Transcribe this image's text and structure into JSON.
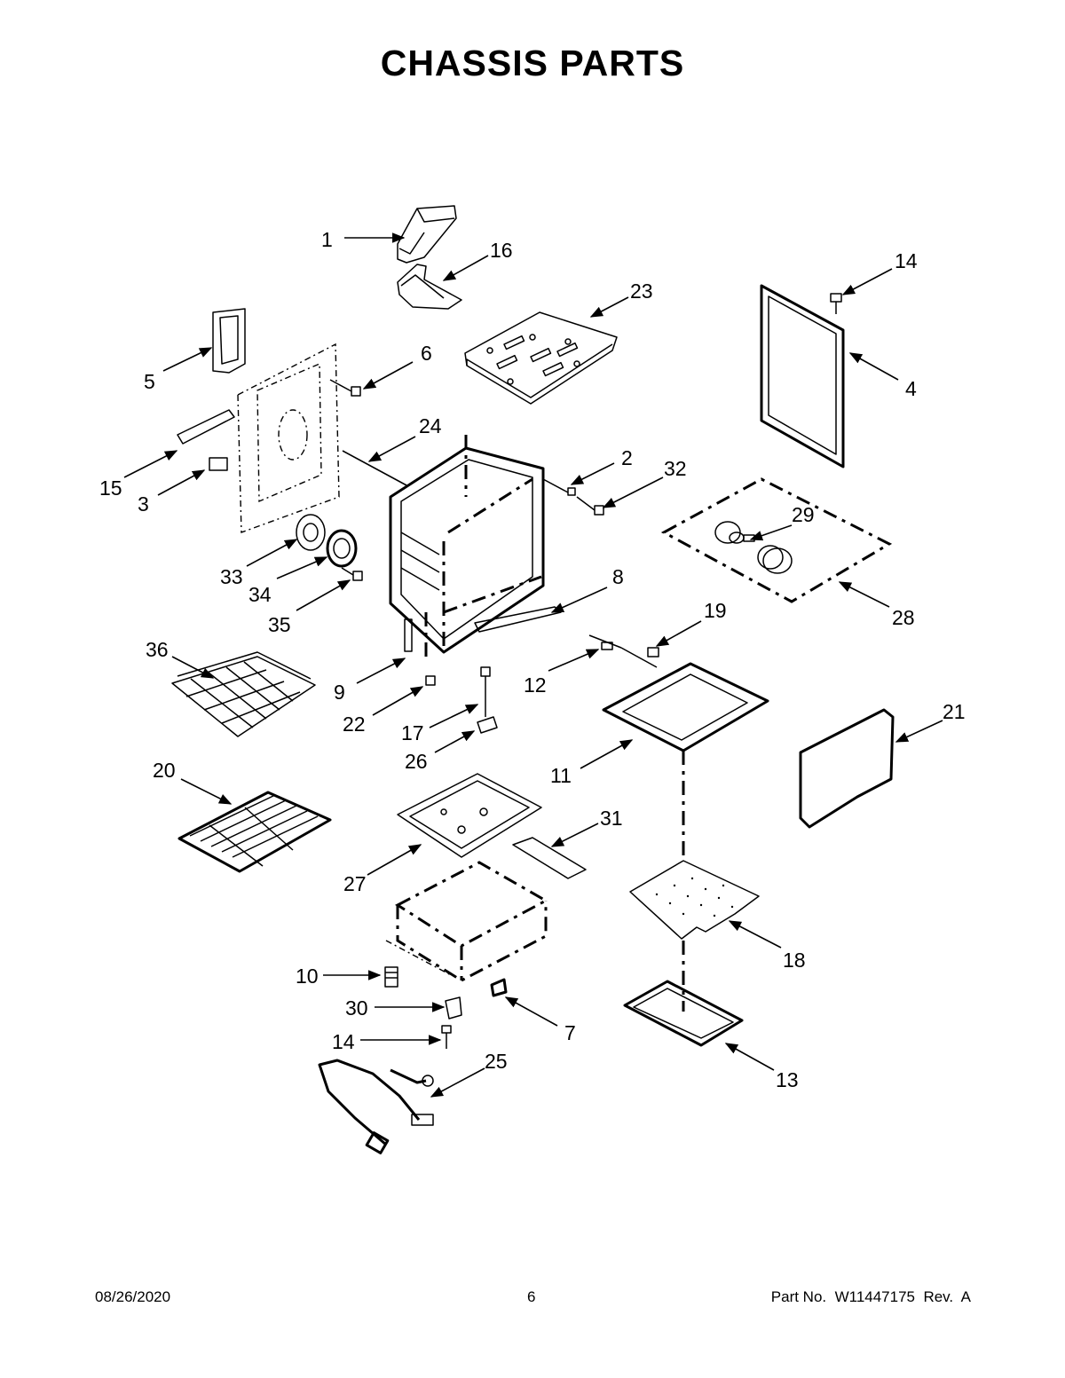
{
  "title": "CHASSIS PARTS",
  "footer": {
    "date": "08/26/2020",
    "page_number": "6",
    "part_number": "Part No.  W11447175  Rev.  A"
  },
  "callouts": {
    "c1": "1",
    "c2": "2",
    "c3": "3",
    "c4": "4",
    "c5": "5",
    "c6": "6",
    "c7": "7",
    "c8": "8",
    "c9": "9",
    "c10": "10",
    "c11": "11",
    "c12": "12",
    "c13": "13",
    "c14a": "14",
    "c14b": "14",
    "c15": "15",
    "c16": "16",
    "c17": "17",
    "c18": "18",
    "c19": "19",
    "c20": "20",
    "c21": "21",
    "c22": "22",
    "c23": "23",
    "c24": "24",
    "c25": "25",
    "c26": "26",
    "c27": "27",
    "c28": "28",
    "c29": "29",
    "c30": "30",
    "c31": "31",
    "c32": "32",
    "c33": "33",
    "c34": "34",
    "c35": "35",
    "c36": "36"
  }
}
